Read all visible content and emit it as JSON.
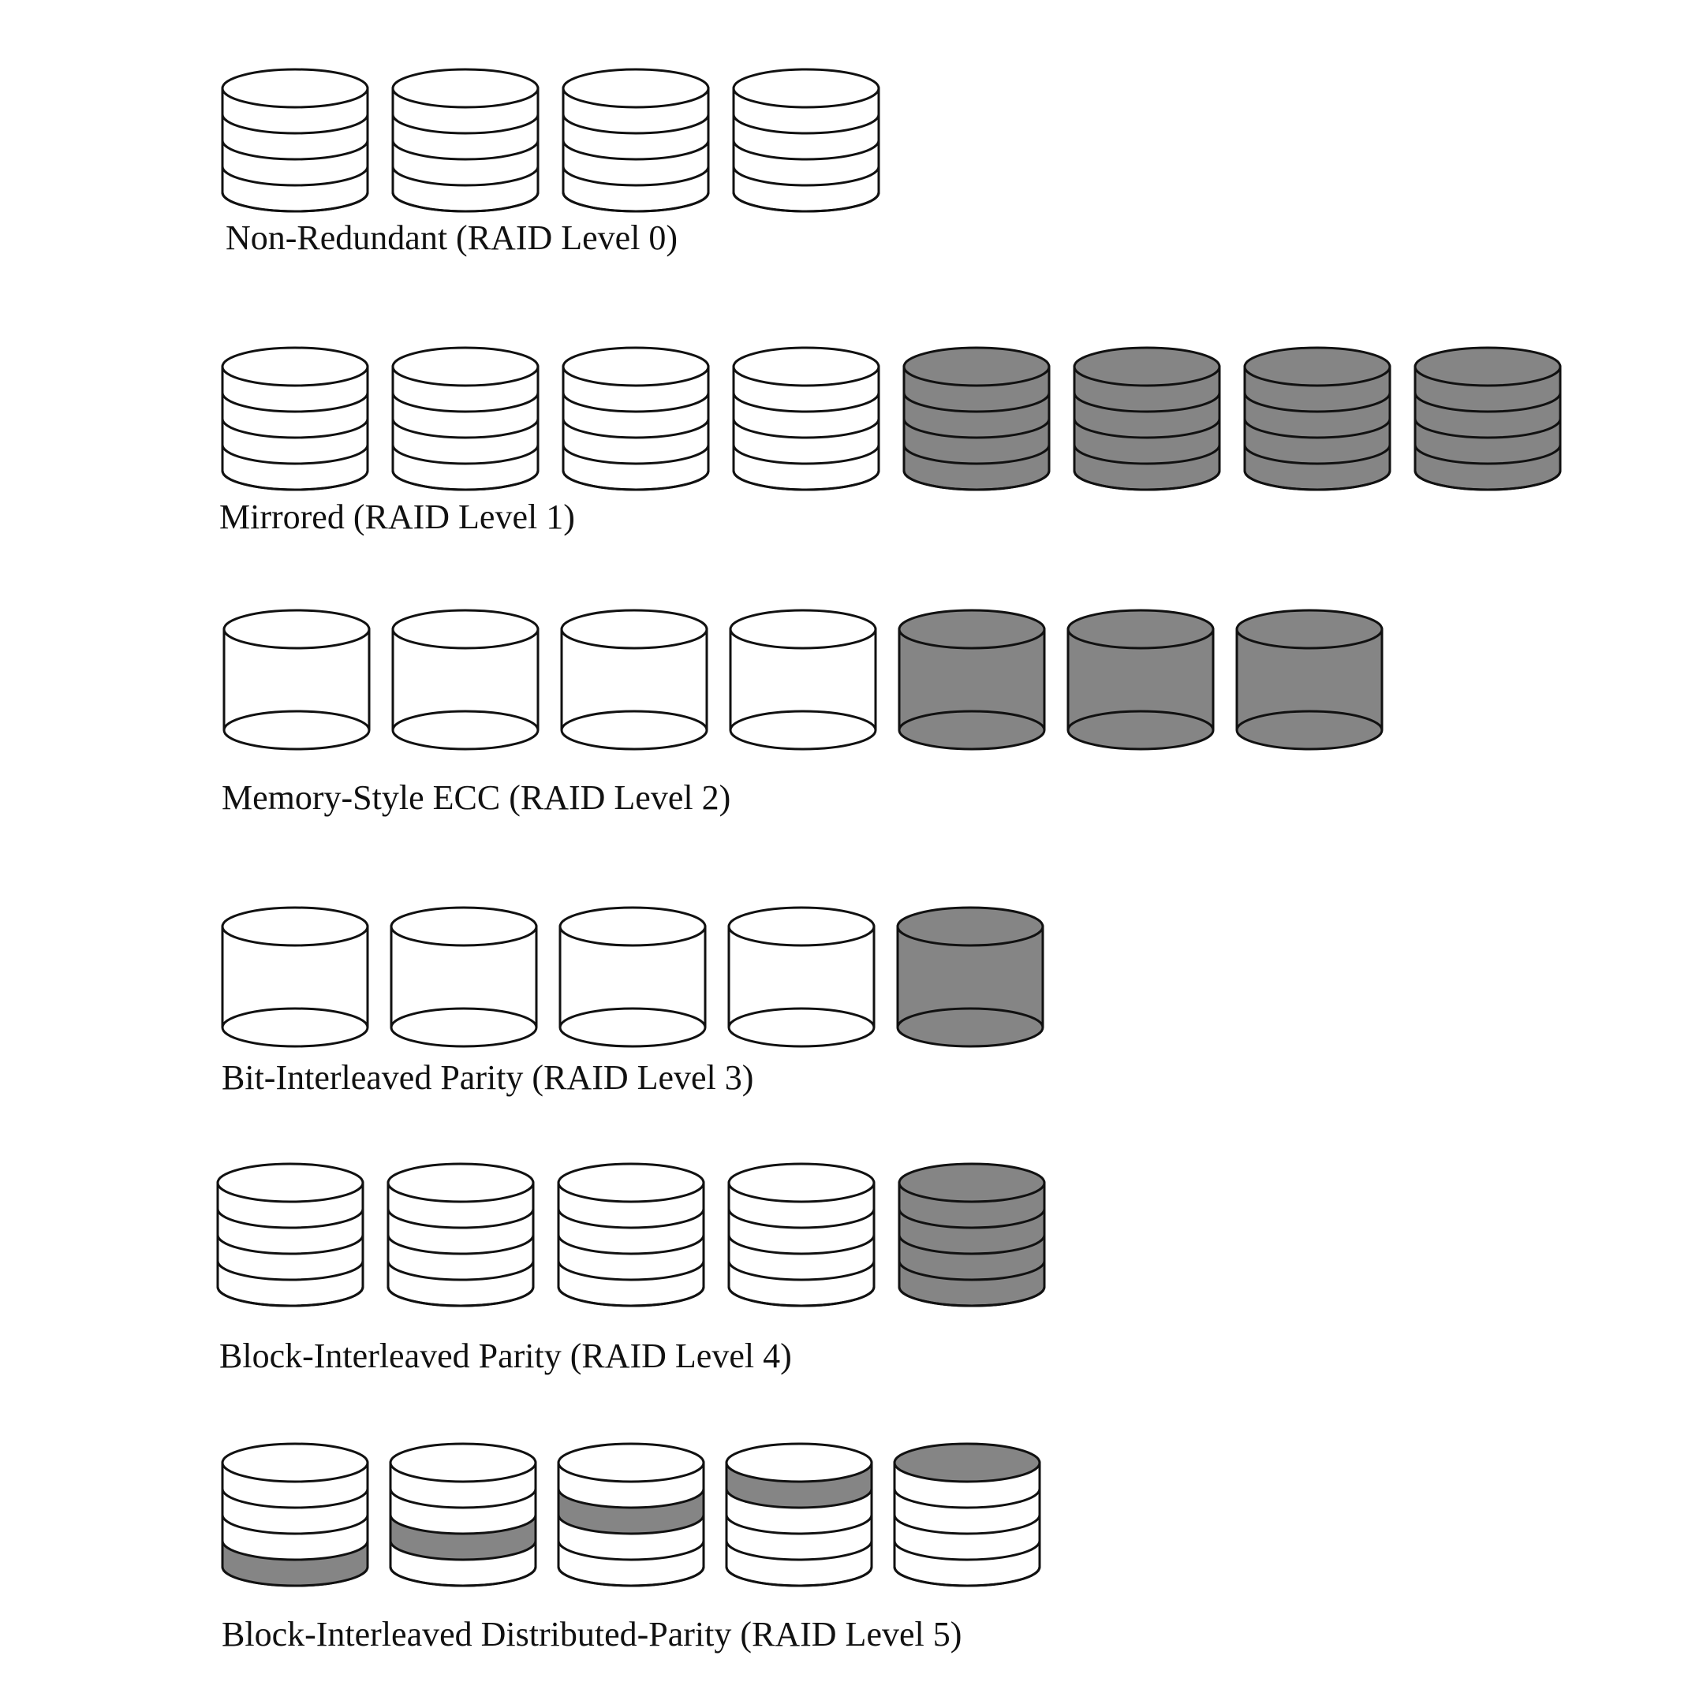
{
  "colors": {
    "stroke": "#111111",
    "data_fill": "#ffffff",
    "redundant_fill": "#858585"
  },
  "levels": [
    {
      "caption": "Non-Redundant (RAID Level 0)",
      "disk_style": "platters",
      "disks": [
        "data",
        "data",
        "data",
        "data"
      ]
    },
    {
      "caption": "Mirrored (RAID Level 1)",
      "disk_style": "platters",
      "disks": [
        "data",
        "data",
        "data",
        "data",
        "redundant",
        "redundant",
        "redundant",
        "redundant"
      ]
    },
    {
      "caption": "Memory-Style ECC (RAID Level 2)",
      "disk_style": "cylinder",
      "disks": [
        "data",
        "data",
        "data",
        "data",
        "redundant",
        "redundant",
        "redundant"
      ]
    },
    {
      "caption": "Bit-Interleaved Parity (RAID Level 3)",
      "disk_style": "cylinder",
      "disks": [
        "data",
        "data",
        "data",
        "data",
        "redundant"
      ]
    },
    {
      "caption": "Block-Interleaved Parity (RAID Level 4)",
      "disk_style": "platters",
      "disks": [
        "data",
        "data",
        "data",
        "data",
        "redundant"
      ]
    },
    {
      "caption": "Block-Interleaved Distributed-Parity (RAID Level 5)",
      "disk_style": "platters",
      "disks": [
        "data",
        "data",
        "data",
        "data",
        "data"
      ],
      "parity_platter": [
        5,
        4,
        3,
        2,
        1
      ]
    }
  ]
}
